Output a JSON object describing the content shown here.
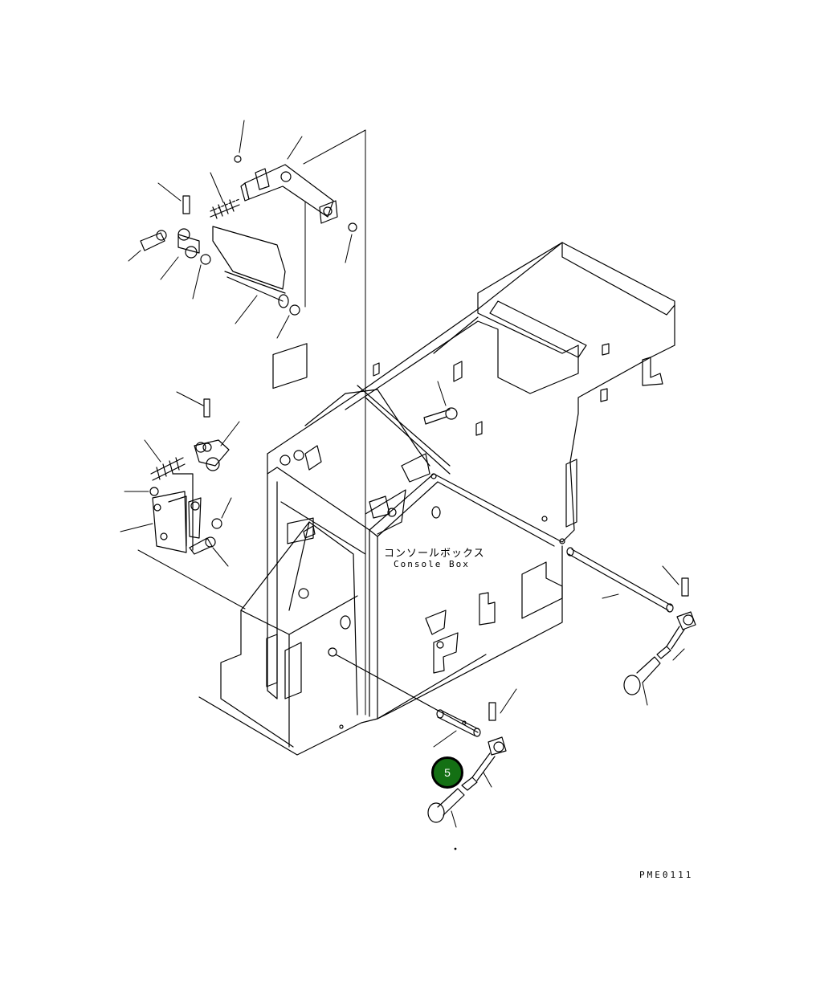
{
  "diagram": {
    "label_jp": "コンソールボックス",
    "label_en": "Console Box",
    "drawing_code": "PME0111",
    "callouts": [
      {
        "number": "5"
      }
    ]
  }
}
